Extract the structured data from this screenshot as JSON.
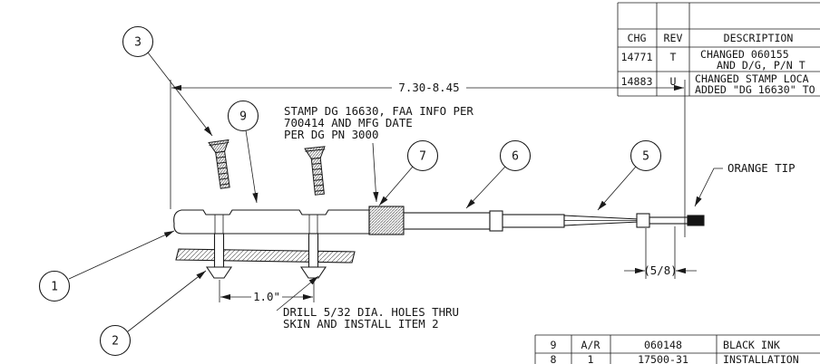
{
  "drawing": {
    "overall_dim": "7.30-8.45",
    "hole_spacing_dim": "1.0\"",
    "tip_dim": "(5/8)",
    "orange_tip_label": "ORANGE TIP",
    "stamp_note": [
      "STAMP DG 16630, FAA INFO PER",
      "700414 AND MFG DATE",
      "PER DG PN 3000"
    ],
    "drill_note": [
      "DRILL 5/32 DIA. HOLES THRU",
      "SKIN AND INSTALL ITEM 2"
    ],
    "balloons": {
      "b1": "1",
      "b2": "2",
      "b3": "3",
      "b5": "5",
      "b6": "6",
      "b7": "7",
      "b9": "9"
    }
  },
  "rev_table": {
    "header": {
      "chg": "CHG",
      "rev": "REV",
      "desc": "DESCRIPTION"
    },
    "rows": [
      {
        "chg": "14771",
        "rev": "T",
        "desc1": "CHANGED  060155",
        "desc2": "AND D/G, P/N T"
      },
      {
        "chg": "14883",
        "rev": "U",
        "desc1": "CHANGED STAMP LOCA",
        "desc2": "ADDED \"DG 16630\" TO"
      }
    ]
  },
  "parts_table": {
    "rows": [
      {
        "item": "9",
        "qty": "A/R",
        "part": "060148",
        "desc": "BLACK INK"
      },
      {
        "item": "8",
        "qty": "1",
        "part": "17500-31",
        "desc": "INSTALLATION"
      }
    ]
  }
}
